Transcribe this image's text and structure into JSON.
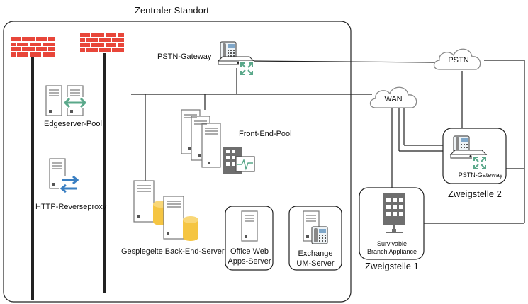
{
  "title": "Zentraler Standort",
  "labels": {
    "pstn_gateway_central": "PSTN-Gateway",
    "edge_pool": "Edgeserver-Pool",
    "http_proxy": "HTTP-Reverseproxy",
    "front_end_pool": "Front-End-Pool",
    "back_end": "Gespiegelte Back-End-Server",
    "office_web_line1": "Office Web",
    "office_web_line2": "Apps-Server",
    "exchange_line1": "Exchange",
    "exchange_line2": "UM-Server",
    "wan": "WAN",
    "pstn": "PSTN",
    "pstn_gateway_branch": "PSTN-Gateway",
    "branch2": "Zweigstelle 2",
    "sba_line1": "Survivable",
    "sba_line2": "Branch Appliance",
    "branch1": "Zweigstelle 1"
  },
  "colors": {
    "firewall": "#e8463a",
    "server_fill": "#ffffff",
    "server_stroke": "#6e6e6e",
    "database": "#f5c542",
    "arrow_green": "#5aa88a",
    "arrow_blue": "#3a7fc2",
    "building": "#6e6e6e",
    "line": "#222222"
  }
}
